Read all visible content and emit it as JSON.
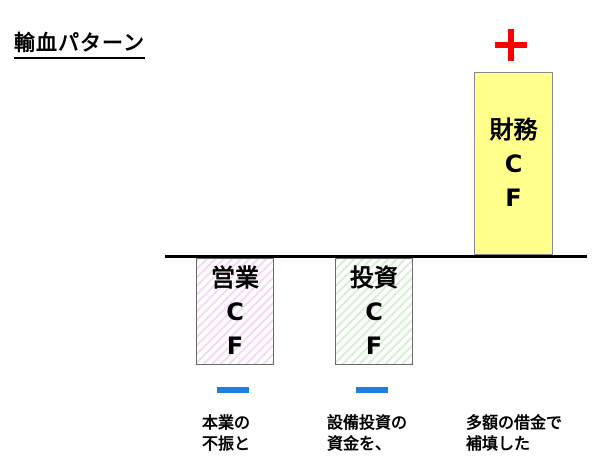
{
  "title": "輸血パターン",
  "bars": {
    "eigyo": {
      "label": "営業",
      "sub": "C F",
      "sign": "minus"
    },
    "toshi": {
      "label": "投資",
      "sub": "C F",
      "sign": "minus"
    },
    "zaimu": {
      "label": "財務",
      "sub": "C F",
      "sign": "plus"
    }
  },
  "captions": {
    "eigyo": [
      "本業の",
      "不振と"
    ],
    "toshi": [
      "設備投資の",
      "資金を、"
    ],
    "zaimu": [
      "多額の借金で",
      "補填した"
    ]
  },
  "colors": {
    "plus": "#ff0000",
    "minus": "#1e7fe0",
    "eigyo_fill": "#f7d8f5",
    "toshi_fill": "#d7f0d3",
    "zaimu_fill": "#ffff8c"
  }
}
